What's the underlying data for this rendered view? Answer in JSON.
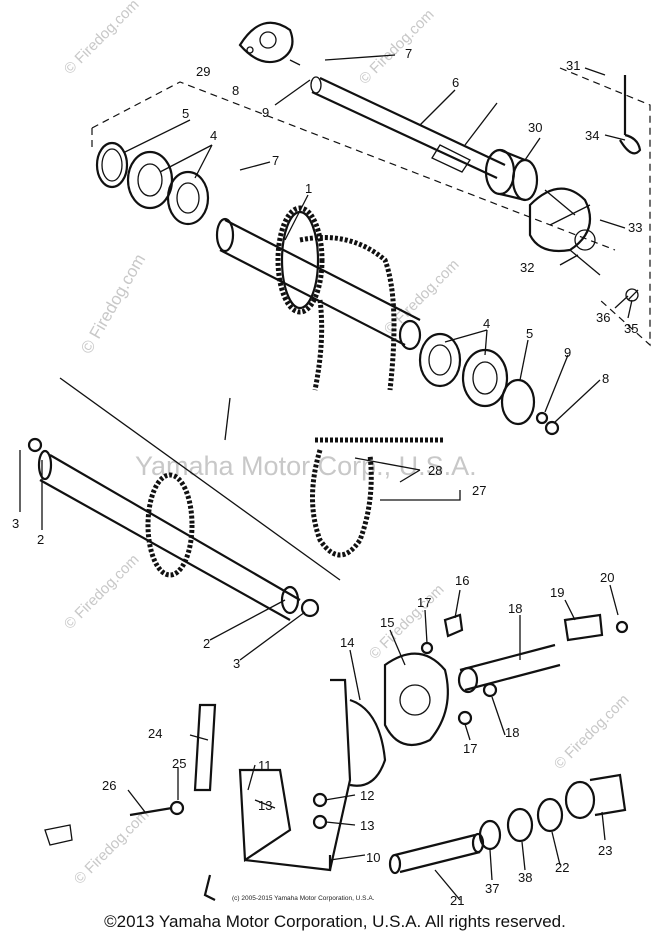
{
  "watermarks": {
    "brand": "© Firedog.com",
    "center": "Yamaha Motor Corp., U.S.A."
  },
  "parts": {
    "p1": "1",
    "p2": "2",
    "p3": "3",
    "p4": "4",
    "p5": "5",
    "p6": "6",
    "p7": "7",
    "p8": "8",
    "p9": "9",
    "p10": "10",
    "p11": "11",
    "p12": "12",
    "p13": "13",
    "p14": "14",
    "p15": "15",
    "p16": "16",
    "p17": "17",
    "p18": "18",
    "p19": "19",
    "p20": "20",
    "p21": "21",
    "p22": "22",
    "p23": "23",
    "p24": "24",
    "p25": "25",
    "p26": "26",
    "p27": "27",
    "p28": "28",
    "p29": "29",
    "p30": "30",
    "p31": "31",
    "p32": "32",
    "p33": "33",
    "p34": "34",
    "p35": "35",
    "p36": "36",
    "p37": "37",
    "p38": "38"
  },
  "small_copyright": "(c) 2005-2015 Yamaha Motor Corporation, U.S.A.",
  "copyright": "©2013 Yamaha Motor Corporation, U.S.A. All rights reserved."
}
